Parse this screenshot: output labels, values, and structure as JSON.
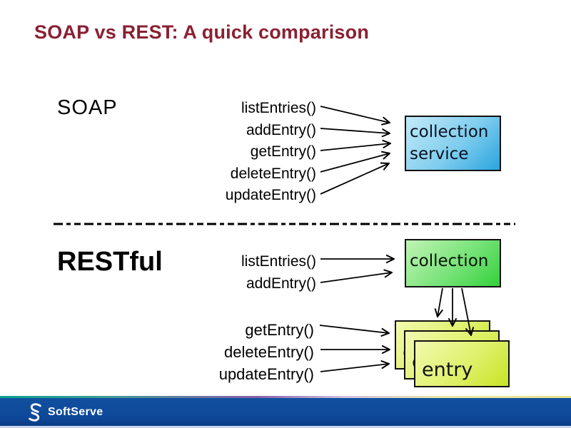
{
  "title": "SOAP vs REST: A quick comparison",
  "soap": {
    "label": "SOAP",
    "methods": [
      "listEntries()",
      "addEntry()",
      "getEntry()",
      "deleteEntry()",
      "updateEntry()"
    ],
    "box": {
      "line1": "collection",
      "line2": "service"
    }
  },
  "rest": {
    "label": "RESTful",
    "collection_methods": [
      "listEntries()",
      "addEntry()"
    ],
    "entry_methods": [
      "getEntry()",
      "deleteEntry()",
      "updateEntry()"
    ],
    "collection_box_label": "collection",
    "entry_box_label": "entry",
    "entry_box_count": 3
  },
  "footer": {
    "brand": "SoftServe"
  },
  "colors": {
    "title": "#8a2032",
    "collection_service_box": "#2aa4de",
    "collection_box": "#33d13c",
    "entry_box": "#c7e425",
    "footer_bar": "#0f4899",
    "arrow": "#000000"
  }
}
